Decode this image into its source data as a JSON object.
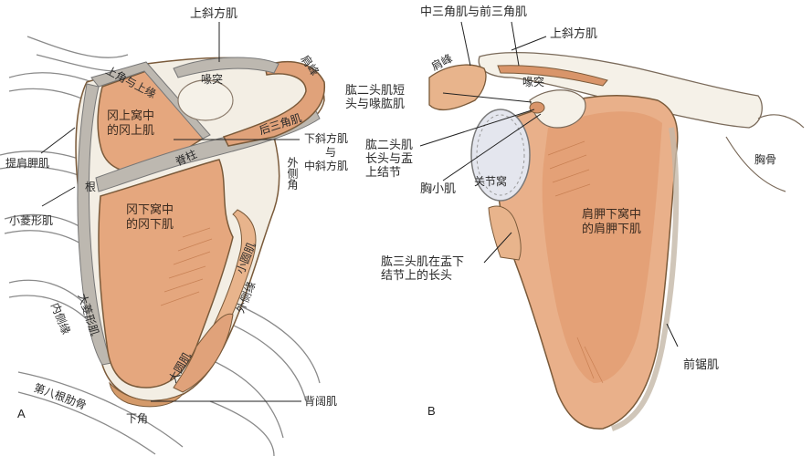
{
  "figure": {
    "panels": [
      {
        "id": "A",
        "letter": "A",
        "view": "posterior"
      },
      {
        "id": "B",
        "letter": "B",
        "view": "anterior"
      }
    ],
    "colors": {
      "muscle": "#e5a77e",
      "muscle_dark": "#c9784a",
      "bone": "#f3eee4",
      "attachment_gray": "#bdb8b0",
      "outline": "#7a5a3a",
      "leader_line": "#222222",
      "background": "#ffffff"
    }
  },
  "panel_a": {
    "labels": {
      "upper_trapezius": "上斜方肌",
      "acromion": "肩峰",
      "superior_angle_border": "上角与上缘",
      "coracoid": "喙突",
      "supraspinatus": "冈上窝中\n的冈上肌",
      "posterior_deltoid": "后三角肌",
      "levator_scapulae": "提肩胛肌",
      "spine": "脊柱",
      "lower_middle_trapezius_1": "下斜方肌",
      "lower_middle_trapezius_2": "与",
      "lower_middle_trapezius_3": "中斜方肌",
      "lateral_angle": "外侧角",
      "spine_root": "根",
      "rhomboid_minor": "小菱形肌",
      "infraspinatus": "冈下窝中\n的冈下肌",
      "teres_minor": "小圆肌",
      "lateral_border": "外侧缘",
      "medial_border": "内侧缘",
      "rhomboid_major": "大菱形肌",
      "teres_major": "大圆肌",
      "latissimus_dorsi": "背阔肌",
      "eighth_rib": "第八根肋骨",
      "inferior_angle": "下角"
    }
  },
  "panel_b": {
    "labels": {
      "middle_anterior_deltoid": "中三角肌与前三角肌",
      "upper_trapezius": "上斜方肌",
      "acromion": "肩峰",
      "coracoid": "喙突",
      "biceps_short_coracobrachialis": "肱二头肌短\n头与喙肱肌",
      "biceps_long_head": "肱二头肌\n长头与盂\n上结节",
      "pectoralis_minor": "胸小肌",
      "glenoid_fossa": "关节窝",
      "triceps_long_head": "肱三头肌在盂下\n结节上的长头",
      "subscapularis": "肩胛下窝中\n的肩胛下肌",
      "sternum": "胸骨",
      "serratus_anterior": "前锯肌"
    }
  }
}
